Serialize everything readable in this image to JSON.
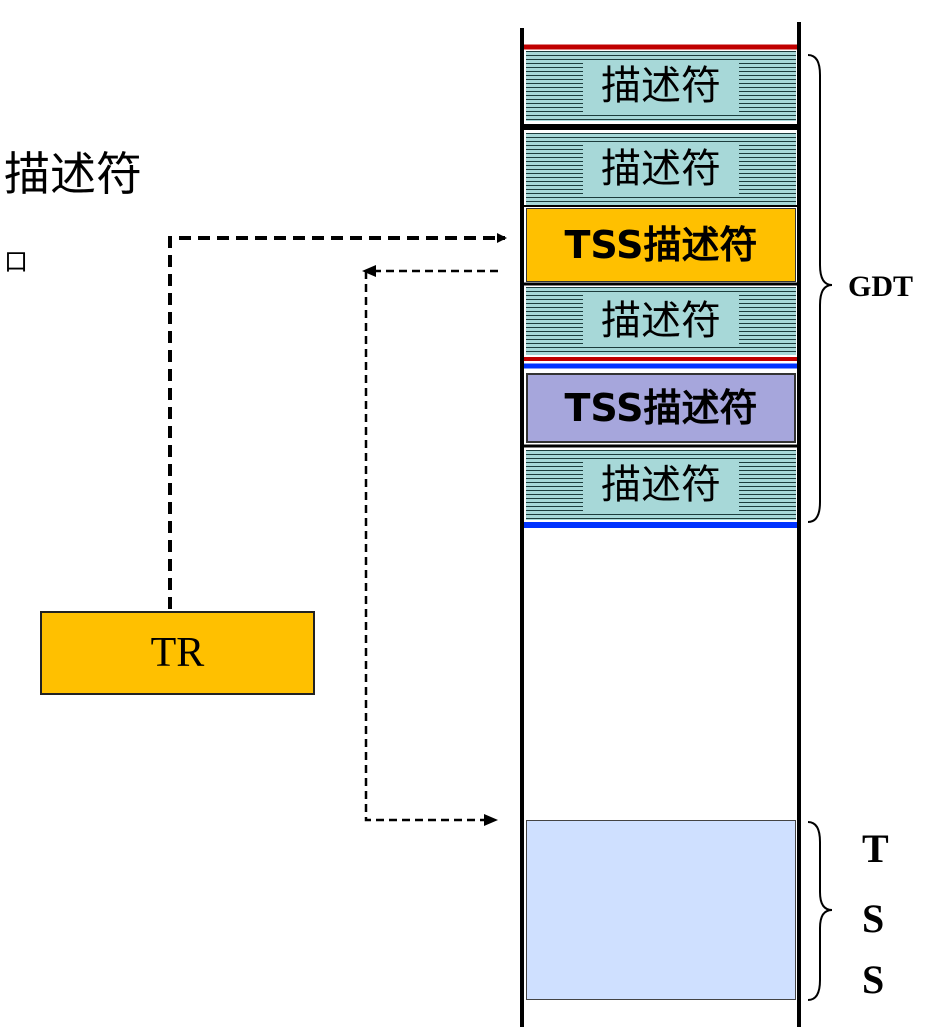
{
  "title_fragment": "描述符",
  "small_fragment": "口",
  "gdt": {
    "label": "GDT",
    "entries": [
      {
        "type": "plain",
        "label": "描述符"
      },
      {
        "type": "plain",
        "label": "描述符"
      },
      {
        "type": "tss-active",
        "label": "TSS描述符"
      },
      {
        "type": "plain",
        "label": "描述符"
      },
      {
        "type": "tss-other",
        "label": "TSS描述符"
      },
      {
        "type": "plain",
        "label": "描述符"
      }
    ]
  },
  "tr": {
    "label": "TR"
  },
  "tss": {
    "letters": [
      "T",
      "S",
      "S"
    ]
  },
  "colors": {
    "plain_slot": "#a7d8d8",
    "tss_active": "#ffc000",
    "tss_other": "#a6a6dc",
    "tss_memory": "#cfe0ff",
    "tr": "#ffc000",
    "red_line": "#c00000",
    "blue_line": "#0033ff"
  }
}
